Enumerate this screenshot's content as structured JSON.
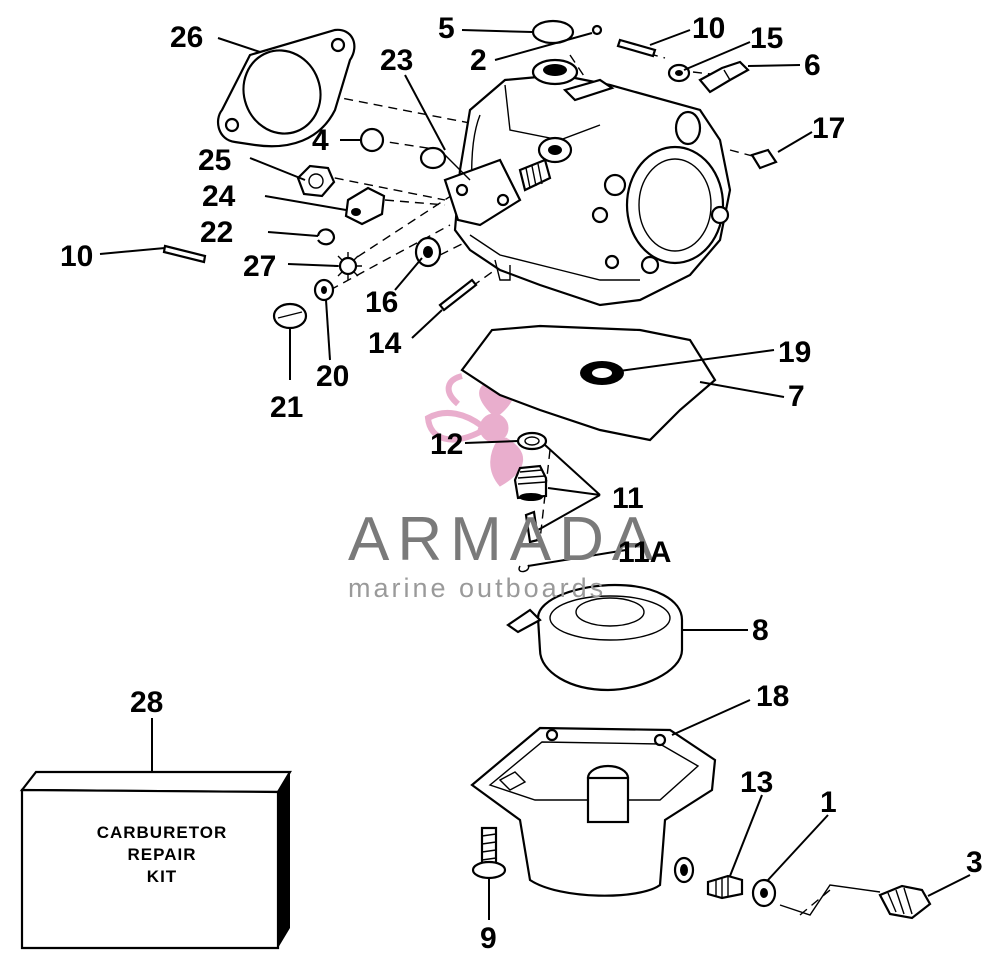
{
  "callouts": [
    "26",
    "5",
    "2",
    "10",
    "15",
    "6",
    "23",
    "4",
    "17",
    "25",
    "24",
    "22",
    "10",
    "27",
    "16",
    "14",
    "21",
    "20",
    "19",
    "7",
    "12",
    "11",
    "11A",
    "8",
    "28",
    "18",
    "13",
    "1",
    "3",
    "9"
  ],
  "kit": {
    "line1": "CARBURETOR",
    "line2": "REPAIR",
    "line3": "KIT"
  },
  "watermark": {
    "brand": "ARMADA",
    "tagline": "marine outboards",
    "logo_color": "#e7a6c8"
  }
}
